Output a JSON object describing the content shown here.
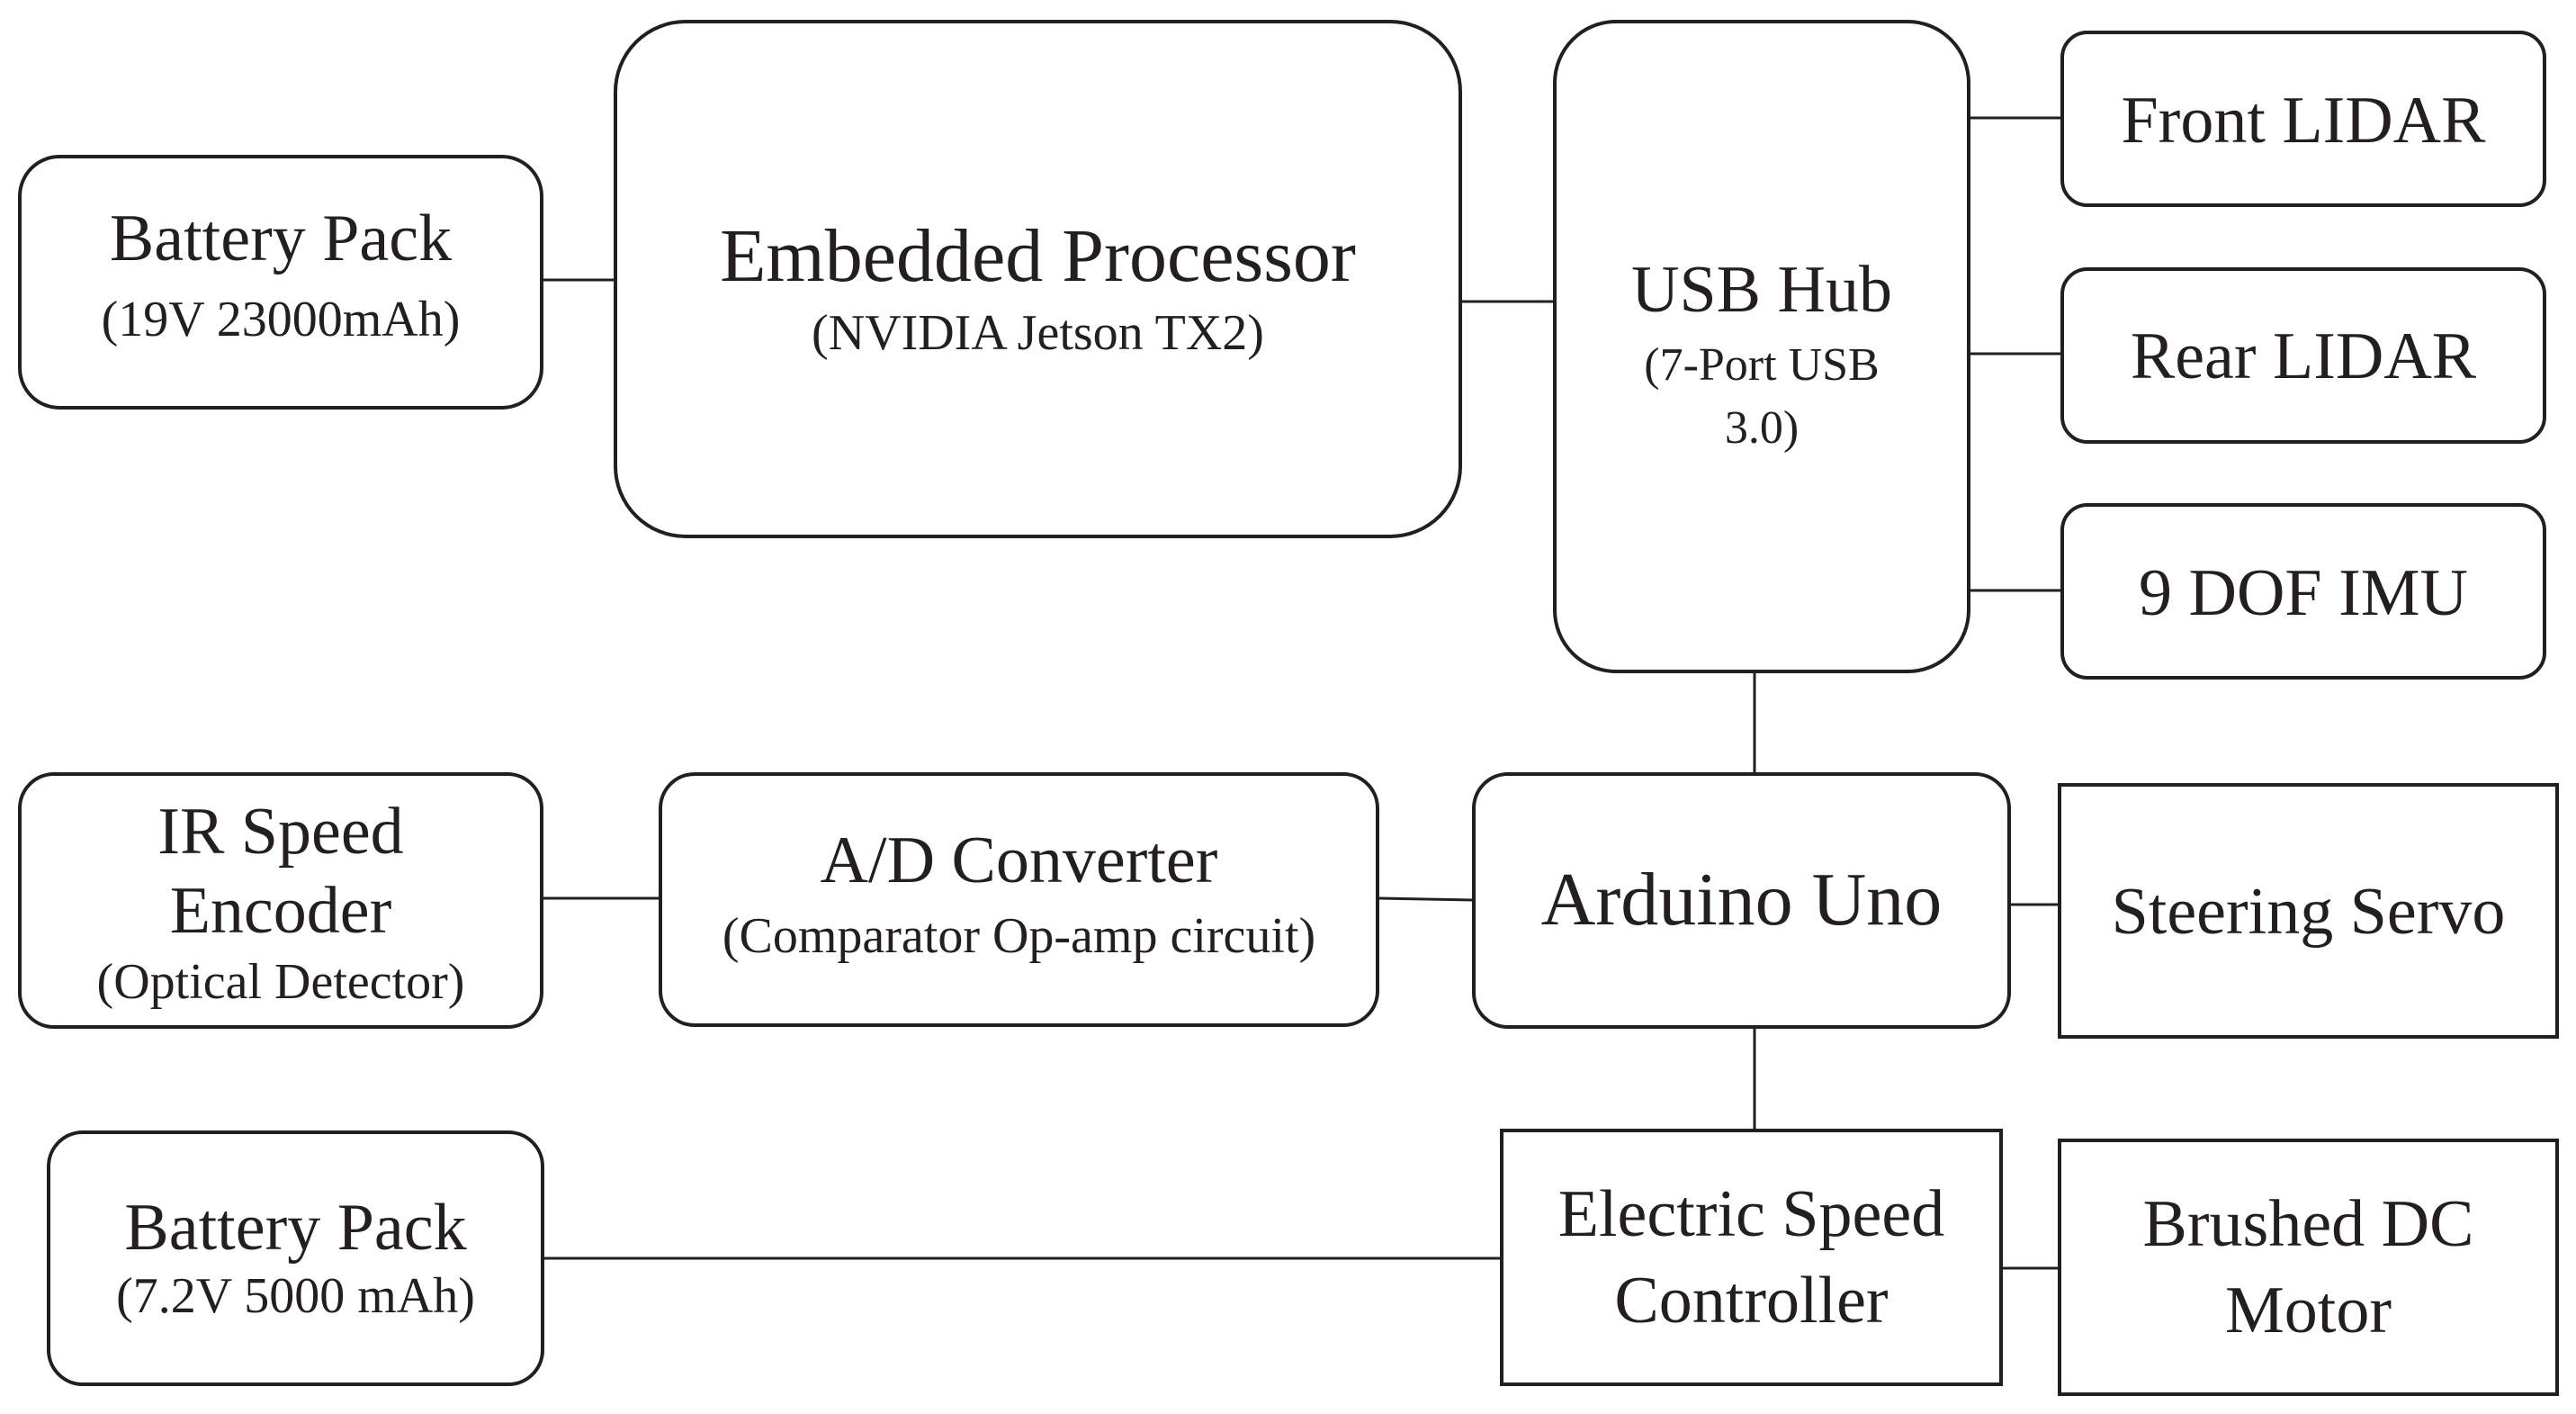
{
  "blocks": {
    "battery_main": {
      "title": "Battery Pack",
      "subtitle": "(19V 23000mAh)"
    },
    "processor": {
      "title": "Embedded Processor",
      "subtitle": "(NVIDIA Jetson TX2)"
    },
    "usb_hub": {
      "title": "USB Hub",
      "subtitle_line1": "(7-Port USB",
      "subtitle_line2": "3.0)"
    },
    "front_lidar": {
      "title": "Front LIDAR"
    },
    "rear_lidar": {
      "title": "Rear LIDAR"
    },
    "imu": {
      "title": "9 DOF IMU"
    },
    "ir_encoder": {
      "title_line1": "IR Speed",
      "title_line2": "Encoder",
      "subtitle": "(Optical Detector)"
    },
    "ad_converter": {
      "title": "A/D Converter",
      "subtitle": "(Comparator Op-amp circuit)"
    },
    "arduino": {
      "title": "Arduino Uno"
    },
    "steering_servo": {
      "title": "Steering Servo"
    },
    "battery_drive": {
      "title": "Battery Pack",
      "subtitle": "(7.2V 5000 mAh)"
    },
    "esc": {
      "title_line1": "Electric Speed",
      "title_line2": "Controller"
    },
    "dc_motor": {
      "title_line1": "Brushed DC",
      "title_line2": "Motor"
    }
  },
  "connections": [
    [
      "battery_main",
      "processor"
    ],
    [
      "processor",
      "usb_hub"
    ],
    [
      "usb_hub",
      "front_lidar"
    ],
    [
      "usb_hub",
      "rear_lidar"
    ],
    [
      "usb_hub",
      "imu"
    ],
    [
      "usb_hub",
      "arduino"
    ],
    [
      "ir_encoder",
      "ad_converter"
    ],
    [
      "ad_converter",
      "arduino"
    ],
    [
      "arduino",
      "steering_servo"
    ],
    [
      "arduino",
      "esc"
    ],
    [
      "battery_drive",
      "esc"
    ],
    [
      "esc",
      "dc_motor"
    ]
  ],
  "colors": {
    "stroke": "#231f20",
    "background": "#ffffff"
  }
}
